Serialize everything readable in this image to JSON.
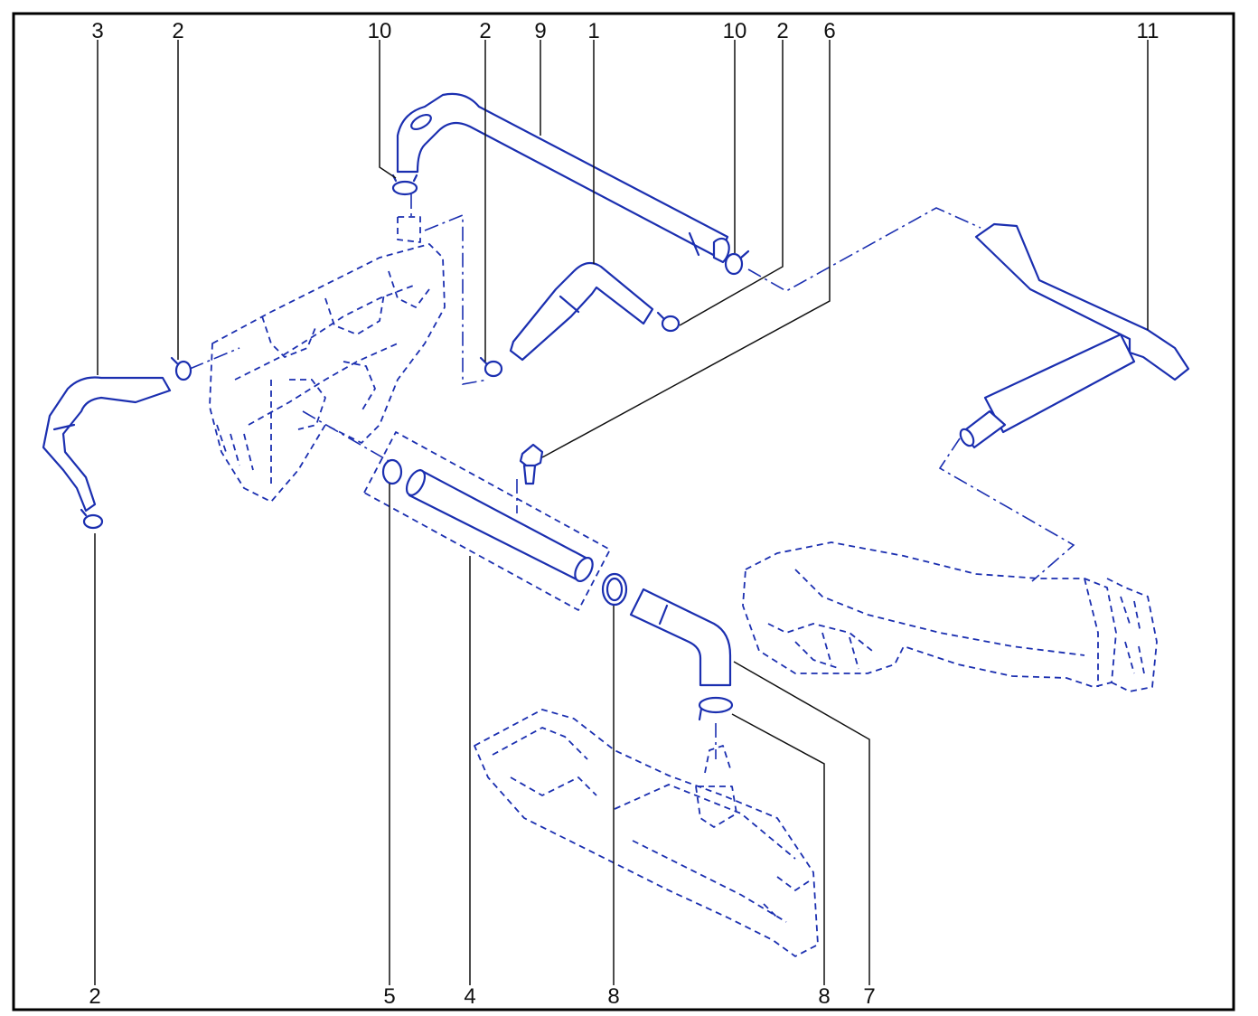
{
  "diagram": {
    "callouts": [
      "3",
      "2",
      "10",
      "2",
      "9",
      "1",
      "10",
      "2",
      "6",
      "11",
      "2",
      "5",
      "4",
      "8",
      "8",
      "7"
    ]
  }
}
